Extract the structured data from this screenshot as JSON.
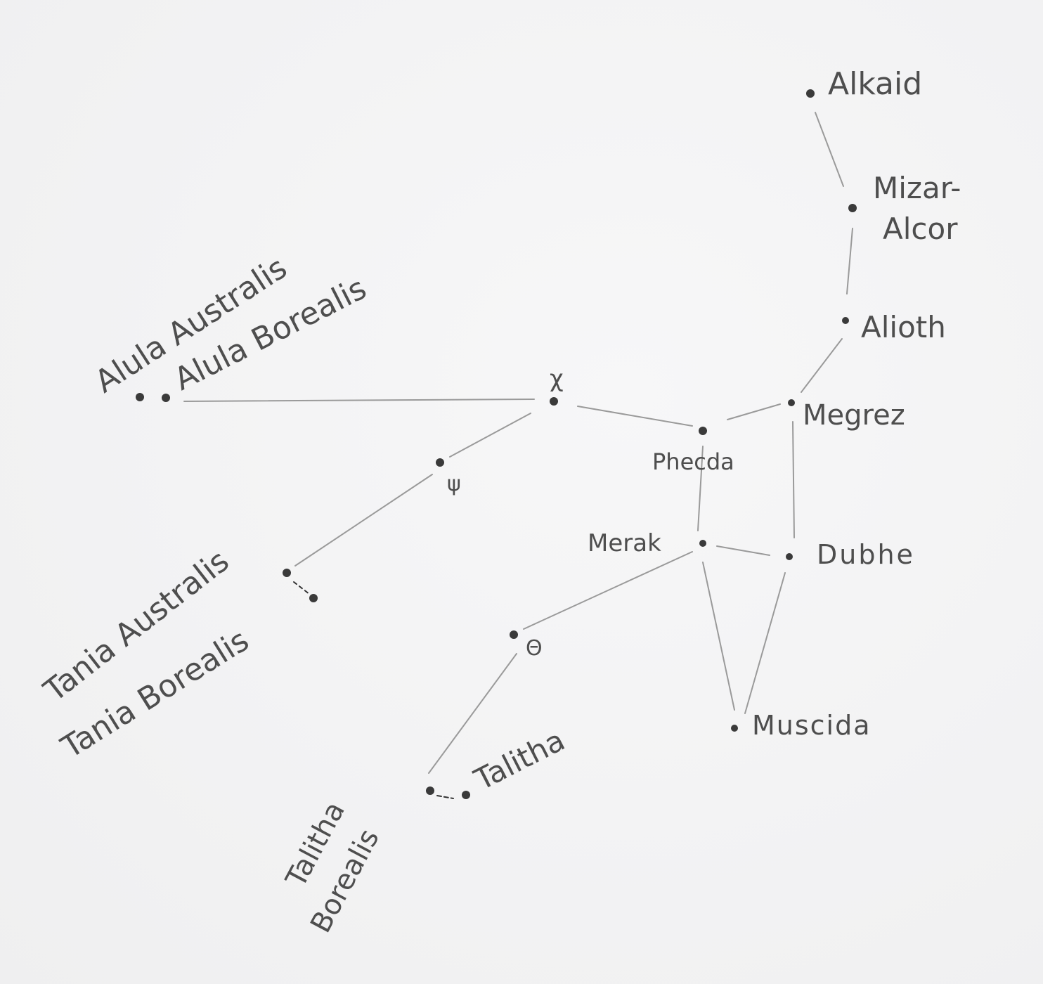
{
  "title": "Ursa Major star sketch",
  "stars": {
    "alkaid": "Alkaid",
    "mizar_line1": "Mizar-",
    "mizar_line2": "Alcor",
    "alioth": "Alioth",
    "megrez": "Megrez",
    "phecda": "Phecda",
    "merak": "Merak",
    "dubhe": "Dubhe",
    "muscida": "Muscida",
    "chi": "χ",
    "psi": "ψ",
    "theta": "Θ",
    "alula_australis": "Alula Australis",
    "alula_borealis": "Alula Borealis",
    "tania_australis": "Tania Australis",
    "tania_borealis": "Tania Borealis",
    "talitha": "Talitha",
    "talitha_borealis_line1": "Talitha",
    "talitha_borealis_line2": "Borealis"
  }
}
